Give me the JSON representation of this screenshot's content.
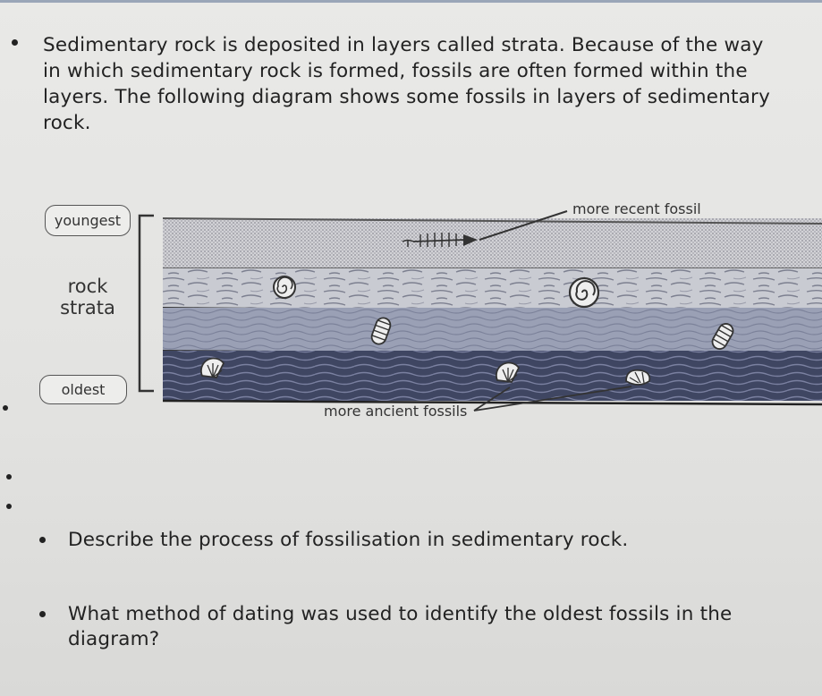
{
  "intro": {
    "text": "Sedimentary rock is deposited in layers called strata. Because of the way in which sedimentary rock is formed, fossils are often formed within the layers. The following diagram shows some fossils in layers of sedimentary rock."
  },
  "diagram": {
    "youngest_label": "youngest",
    "rock_strata_label": "rock\nstrata",
    "oldest_label": "oldest",
    "recent_fossil_label": "more recent fossil",
    "ancient_fossils_label": "more ancient fossils"
  },
  "questions": [
    {
      "text": "Describe the process of fossilisation in sedimentary rock."
    },
    {
      "text": "What method of dating was used to identify the oldest fossils in the diagram?"
    }
  ]
}
